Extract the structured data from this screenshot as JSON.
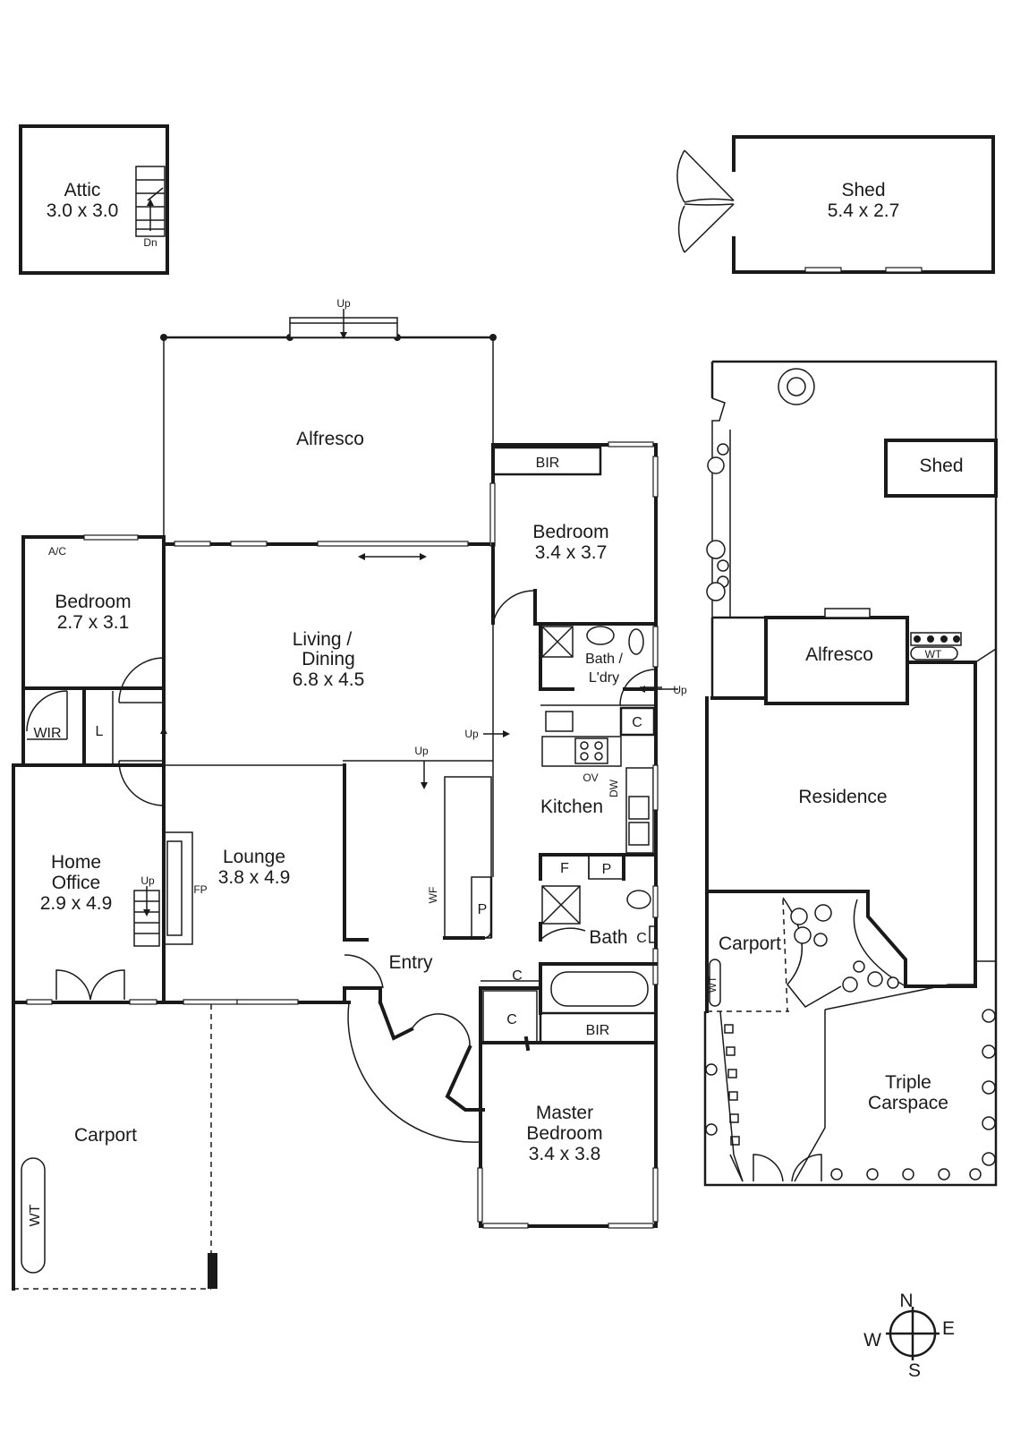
{
  "attic": {
    "name": "Attic",
    "dims": "3.0 x 3.0",
    "stair": "Dn"
  },
  "shed": {
    "name": "Shed",
    "dims": "5.4 x 2.7"
  },
  "house": {
    "alfresco": "Alfresco",
    "alfresco_up": "Up",
    "bedroom2": {
      "name": "Bedroom",
      "dims": "2.7 x 3.1",
      "ac": "A/C",
      "wir": "WIR",
      "linen": "L"
    },
    "living": {
      "name_line1": "Living /",
      "name_line2": "Dining",
      "dims": "6.8 x 4.5"
    },
    "bedroom1": {
      "name": "Bedroom",
      "dims": "3.4 x 3.7",
      "bir": "BIR"
    },
    "bath_laundry": {
      "line1": "Bath /",
      "line2": "L'dry",
      "up": "Up",
      "cupboard": "C"
    },
    "kitchen": {
      "name": "Kitchen",
      "oven": "OV",
      "dishwasher": "DW",
      "fridge": "F",
      "pantry": "P",
      "up": "Up"
    },
    "home_office": {
      "line1": "Home",
      "line2": "Office",
      "dims": "2.9 x 4.9",
      "up": "Up"
    },
    "lounge": {
      "name": "Lounge",
      "dims": "3.8 x 4.9",
      "fireplace": "FP",
      "up": "Up"
    },
    "entry": {
      "name": "Entry",
      "wood_fire": "WF",
      "pantry": "P",
      "cupboard1": "C",
      "cupboard2": "C"
    },
    "bath": {
      "name": "Bath",
      "cupboard": "C"
    },
    "master": {
      "line1": "Master",
      "line2": "Bedroom",
      "dims": "3.4 x 3.8",
      "bir": "BIR"
    },
    "carport": {
      "name": "Carport",
      "water_tank": "WT"
    }
  },
  "site": {
    "shed": "Shed",
    "alfresco": "Alfresco",
    "residence": "Residence",
    "carport": "Carport",
    "carspace_line1": "Triple",
    "carspace_line2": "Carspace",
    "water_tank_top": "WT",
    "water_tank_side": "WT"
  },
  "compass": {
    "n": "N",
    "e": "E",
    "s": "S",
    "w": "W"
  }
}
